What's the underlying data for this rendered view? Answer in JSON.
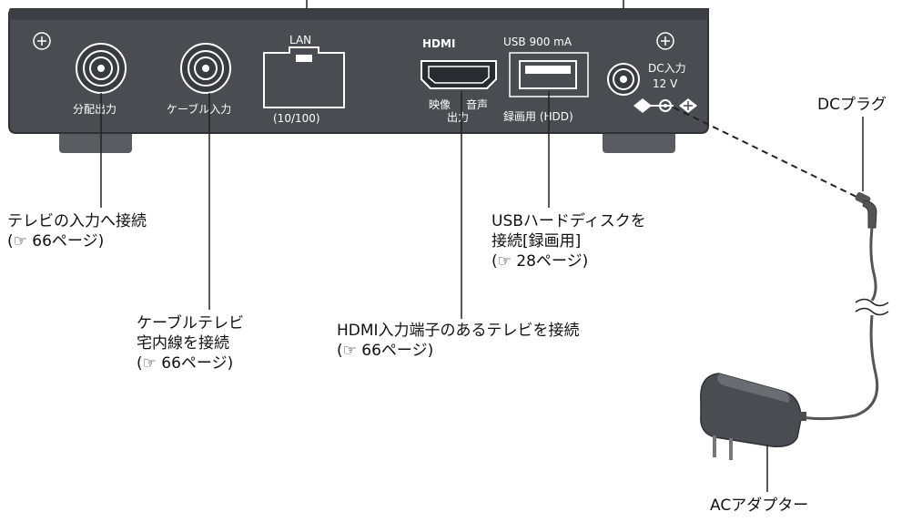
{
  "device": {
    "lan_label": "LAN",
    "lan_speed": "(10/100)",
    "hdmi_logo": "HDMI",
    "usb_spec": "USB 900 mA",
    "dc_in": "DC入力",
    "dc_voltage": "12 V",
    "port_labels": {
      "split_out": "分配出力",
      "cable_in": "ケーブル入力",
      "hdmi_out_1": "映像",
      "hdmi_out_2": "音声",
      "hdmi_out_3": "出力",
      "usb_rec": "録画用 (HDD)"
    }
  },
  "callouts": {
    "tv_input": [
      "テレビの入力へ接続",
      "(☞ 66ページ)"
    ],
    "cable_tv": [
      "ケーブルテレビ",
      "宅内線を接続",
      "(☞ 66ページ)"
    ],
    "hdmi_tv": [
      "HDMI入力端子のあるテレビを接続",
      "(☞ 66ページ)"
    ],
    "usb_hdd": [
      "USBハードディスクを",
      "接続[録画用]",
      "(☞ 28ページ)"
    ],
    "dc_plug": "DCプラグ",
    "ac_adapter": "ACアダプター"
  },
  "colors": {
    "panel": "#4a4c52",
    "panel_edge": "#2e3035",
    "feet": "#5a5c62",
    "line": "#222222"
  }
}
